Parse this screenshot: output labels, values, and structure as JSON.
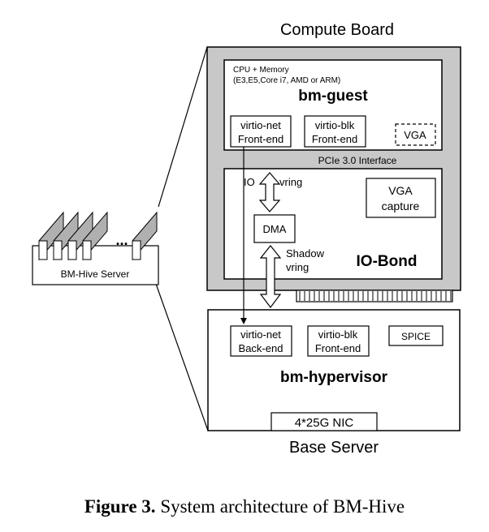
{
  "compute_board": {
    "title": "Compute Board",
    "bm_guest": {
      "cpu_line1": "CPU + Memory",
      "cpu_line2": "(E3,E5,Core i7, AMD or ARM)",
      "title": "bm-guest",
      "virtio_net": [
        "virtio-net",
        "Front-end"
      ],
      "virtio_blk": [
        "virtio-blk",
        "Front-end"
      ],
      "vga": "VGA"
    },
    "pcie_label": "PCIe 3.0 Interface",
    "io_bond": {
      "title": "IO-Bond",
      "io_label": "IO",
      "vring_label": "vring",
      "dma": "DMA",
      "shadow_vring": [
        "Shadow",
        "vring"
      ],
      "vga_capture": [
        "VGA",
        "capture"
      ]
    }
  },
  "base_server": {
    "title": "Base Server",
    "bm_hypervisor": "bm-hypervisor",
    "virtio_net": [
      "virtio-net",
      "Back-end"
    ],
    "virtio_blk": [
      "virtio-blk",
      "Front-end"
    ],
    "spice": "SPICE",
    "nic": "4*25G NIC"
  },
  "server_rack": {
    "label": "BM-Hive Server",
    "ellipsis": "..."
  },
  "caption": {
    "figure_label": "Figure 3.",
    "text": " System architecture of BM-Hive"
  }
}
